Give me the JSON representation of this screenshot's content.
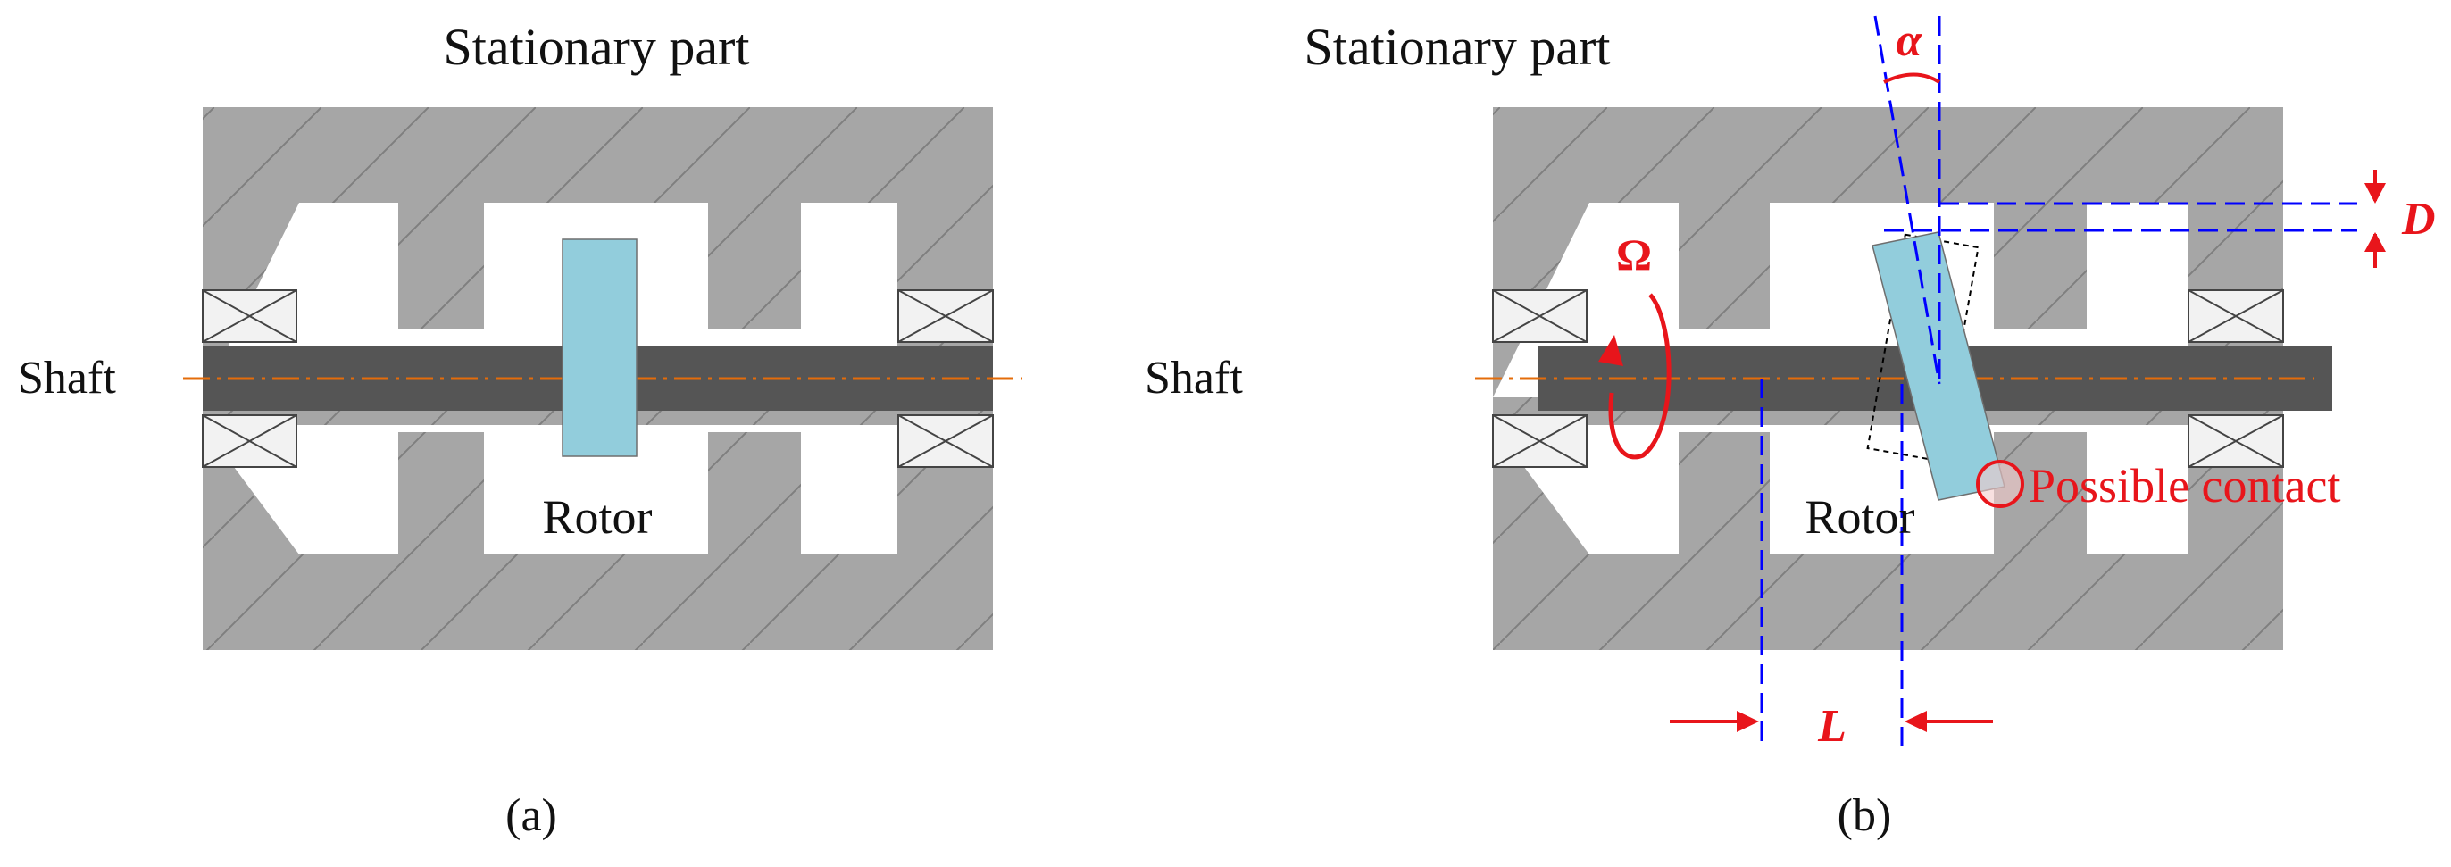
{
  "colors": {
    "housing": "#a6a6a6",
    "shaft": "#555555",
    "rotor": "#92cddc",
    "centerline": "#e46c0a",
    "dimension_lines": "#0000ff",
    "annotations": "#e8151b",
    "bearing_fill": "#f2f2f2"
  },
  "panel_a": {
    "stationary_label": "Stationary part",
    "shaft_label": "Shaft",
    "rotor_label": "Rotor",
    "caption": "(a)"
  },
  "panel_b": {
    "stationary_label": "Stationary part",
    "shaft_label": "Shaft",
    "rotor_label": "Rotor",
    "caption": "(b)",
    "omega_symbol": "Ω",
    "alpha_symbol": "α",
    "d_symbol": "D",
    "l_symbol": "L",
    "contact_label": "Possible contact"
  }
}
